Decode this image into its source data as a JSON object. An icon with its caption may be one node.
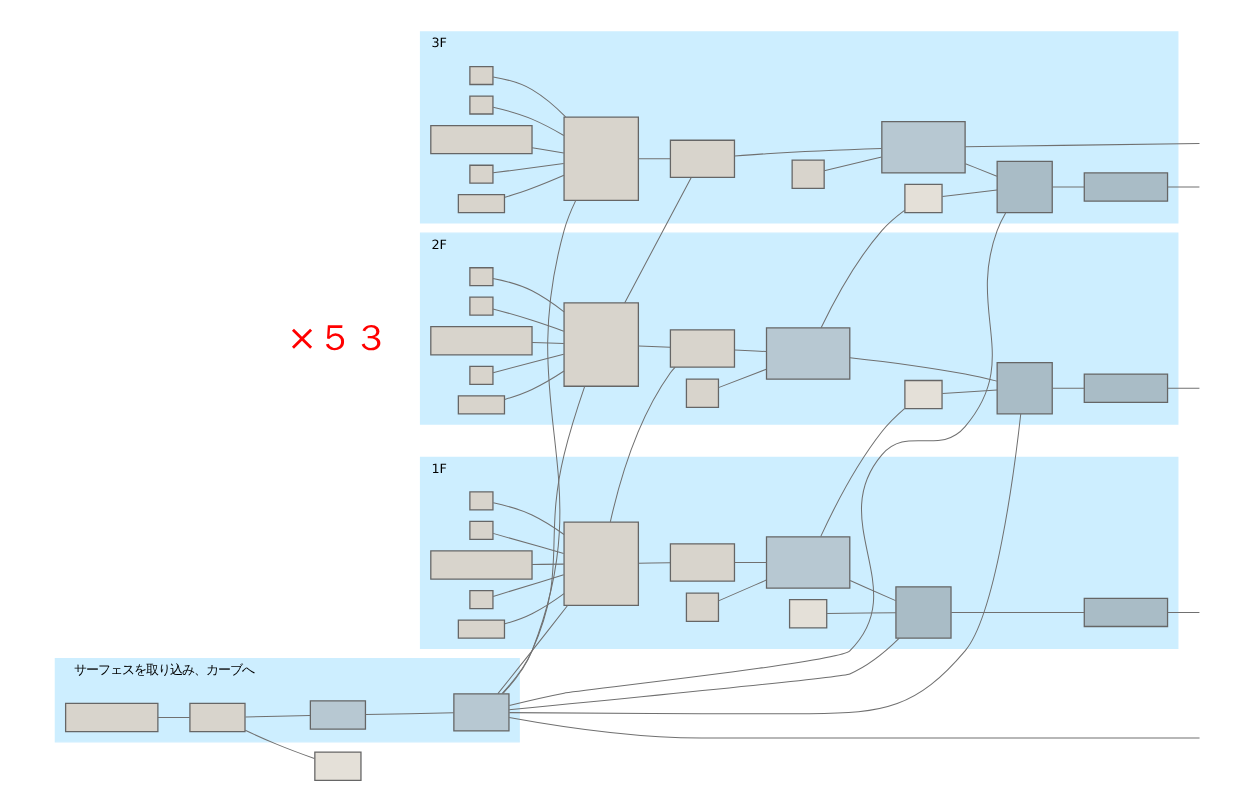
{
  "diagram": {
    "nodes": [
      {
        "text": [
          "サーフェスを取り込み、カーブへ"
        ]
      },
      {
        "text": [],
        "shape": "box",
        "in": 0
      },
      {
        "text": [],
        "shape": "box",
        "in": 0
      },
      {
        "text": [],
        "shape": "box",
        "in": 0
      },
      {
        "text": [],
        "shape": "box",
        "in": 0
      },
      {
        "text": [],
        "shape": "box"
      },
      {
        "text": [
          "1F"
        ]
      },
      {
        "text": [],
        "shape": "box",
        "in": 6
      },
      {
        "text": [],
        "shape": "box",
        "in": 6
      },
      {
        "text": [],
        "shape": "box",
        "in": 6
      },
      {
        "text": [],
        "shape": "box",
        "in": 6
      },
      {
        "text": [],
        "shape": "box",
        "in": 6
      },
      {
        "text": [],
        "shape": "box",
        "in": 6
      },
      {
        "text": [],
        "shape": "box",
        "in": 6
      },
      {
        "text": [],
        "shape": "box",
        "in": 6
      },
      {
        "text": [],
        "shape": "box",
        "in": 6
      },
      {
        "text": [],
        "shape": "box",
        "in": 6
      },
      {
        "text": [],
        "shape": "box",
        "in": 6
      },
      {
        "text": [],
        "shape": "box",
        "in": 6
      },
      {
        "text": [
          "2F"
        ]
      },
      {
        "text": [],
        "shape": "box",
        "in": 19
      },
      {
        "text": [],
        "shape": "box",
        "in": 19
      },
      {
        "text": [],
        "shape": "box",
        "in": 19
      },
      {
        "text": [],
        "shape": "box",
        "in": 19
      },
      {
        "text": [],
        "shape": "box",
        "in": 19
      },
      {
        "text": [],
        "shape": "box",
        "in": 19
      },
      {
        "text": [],
        "shape": "box",
        "in": 19
      },
      {
        "text": [],
        "shape": "box",
        "in": 19
      },
      {
        "text": [],
        "shape": "box",
        "in": 19
      },
      {
        "text": [],
        "shape": "box",
        "in": 19
      },
      {
        "text": [],
        "shape": "box",
        "in": 19
      },
      {
        "text": [],
        "shape": "box",
        "in": 19
      },
      {
        "text": [
          "3F"
        ]
      },
      {
        "text": [],
        "shape": "box",
        "in": 32
      },
      {
        "text": [],
        "shape": "box",
        "in": 32
      },
      {
        "text": [],
        "shape": "box",
        "in": 32
      },
      {
        "text": [],
        "shape": "box",
        "in": 32
      },
      {
        "text": [],
        "shape": "box",
        "in": 32
      },
      {
        "text": [],
        "shape": "box",
        "in": 32
      },
      {
        "text": [],
        "shape": "box",
        "in": 32
      },
      {
        "text": [],
        "shape": "box",
        "in": 32
      },
      {
        "text": [],
        "shape": "box",
        "in": 32
      },
      {
        "text": [],
        "shape": "box",
        "in": 32
      },
      {
        "text": [],
        "shape": "box",
        "in": 32
      },
      {
        "text": [],
        "shape": "box",
        "in": 32
      }
    ],
    "edges": [
      {
        "from": 1,
        "to": 2,
        "arrow": "none"
      },
      {
        "from": 2,
        "to": 3,
        "arrow": "none"
      },
      {
        "from": 2,
        "to": 5,
        "arrow": "none"
      },
      {
        "from": 3,
        "to": 4,
        "arrow": "none"
      },
      {
        "from": 4,
        "to": null,
        "arrow": "none"
      },
      {
        "from": 4,
        "to": 12,
        "arrow": "none"
      },
      {
        "from": 4,
        "to": 17,
        "arrow": "none"
      },
      {
        "from": 7,
        "to": 12,
        "arrow": "none"
      },
      {
        "from": 8,
        "to": 12,
        "arrow": "none"
      },
      {
        "from": 9,
        "to": 12,
        "arrow": "none"
      },
      {
        "from": 10,
        "to": 12,
        "arrow": "none"
      },
      {
        "from": 11,
        "to": 12,
        "arrow": "none"
      },
      {
        "from": 12,
        "to": 13,
        "arrow": "none"
      },
      {
        "from": 13,
        "to": 15,
        "arrow": "none"
      },
      {
        "from": 14,
        "to": 15,
        "arrow": "none"
      },
      {
        "from": 15,
        "to": 17,
        "arrow": "none"
      },
      {
        "from": 16,
        "to": 17,
        "arrow": "none"
      },
      {
        "from": 17,
        "to": 18,
        "arrow": "none"
      },
      {
        "from": 18,
        "to": null,
        "arrow": "none"
      },
      {
        "from": 4,
        "to": 25,
        "arrow": "none"
      },
      {
        "from": 4,
        "to": 30,
        "arrow": "none"
      },
      {
        "from": 20,
        "to": 25,
        "arrow": "none"
      },
      {
        "from": 21,
        "to": 25,
        "arrow": "none"
      },
      {
        "from": 22,
        "to": 25,
        "arrow": "none"
      },
      {
        "from": 23,
        "to": 25,
        "arrow": "none"
      },
      {
        "from": 24,
        "to": 25,
        "arrow": "none"
      },
      {
        "from": 25,
        "to": 26,
        "arrow": "none"
      },
      {
        "from": 26,
        "to": 28,
        "arrow": "none"
      },
      {
        "from": 27,
        "to": 28,
        "arrow": "none"
      },
      {
        "from": 28,
        "to": 30,
        "arrow": "none"
      },
      {
        "from": 29,
        "to": 30,
        "arrow": "none"
      },
      {
        "from": 30,
        "to": 31,
        "arrow": "none"
      },
      {
        "from": 31,
        "to": null,
        "arrow": "none"
      },
      {
        "from": 4,
        "to": 38,
        "arrow": "none"
      },
      {
        "from": 4,
        "to": 43,
        "arrow": "none"
      },
      {
        "from": 33,
        "to": 38,
        "arrow": "none"
      },
      {
        "from": 34,
        "to": 38,
        "arrow": "none"
      },
      {
        "from": 35,
        "to": 38,
        "arrow": "none"
      },
      {
        "from": 36,
        "to": 38,
        "arrow": "none"
      },
      {
        "from": 37,
        "to": 38,
        "arrow": "none"
      },
      {
        "from": 38,
        "to": 39,
        "arrow": "none"
      },
      {
        "from": 39,
        "to": 41,
        "arrow": "none"
      },
      {
        "from": 40,
        "to": 41,
        "arrow": "none"
      },
      {
        "from": 41,
        "to": 43,
        "arrow": "none"
      },
      {
        "from": 42,
        "to": 43,
        "arrow": "none"
      },
      {
        "from": 43,
        "to": 44,
        "arrow": "none"
      },
      {
        "from": 44,
        "to": null,
        "arrow": "none"
      },
      {
        "from": 15,
        "to": 29,
        "arrow": "none"
      },
      {
        "from": 28,
        "to": 42,
        "arrow": "none"
      },
      {
        "from": 41,
        "to": null,
        "arrow": "none"
      },
      {
        "from": 12,
        "to": 26,
        "arrow": "none"
      },
      {
        "from": 25,
        "to": 39,
        "arrow": "none"
      }
    ],
    "labels": [
      "×５３"
    ]
  }
}
